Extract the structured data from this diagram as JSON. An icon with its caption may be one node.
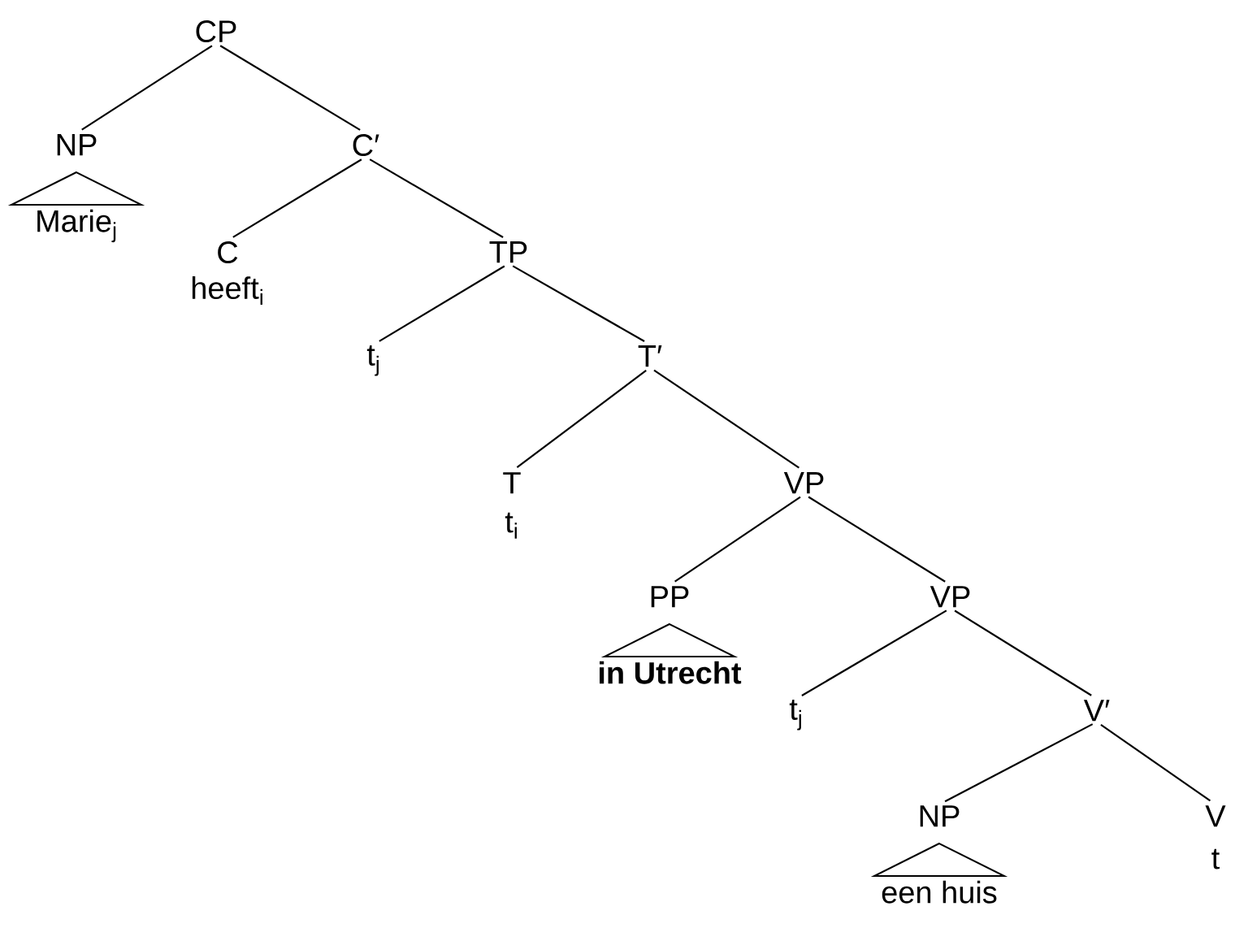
{
  "diagram": {
    "nodes": [
      {
        "text": [
          "CP"
        ]
      },
      {
        "text": [
          "NP",
          "Marie$_{j}$"
        ]
      },
      {
        "text": [
          "C′"
        ]
      },
      {
        "text": [
          "C",
          "heeft$_{i}$"
        ]
      },
      {
        "text": [
          "TP"
        ]
      },
      {
        "text": [
          "t$_{j}$"
        ]
      },
      {
        "text": [
          "T′"
        ]
      },
      {
        "text": [
          "T",
          "t$_{i}$"
        ]
      },
      {
        "text": [
          "VP"
        ]
      },
      {
        "text": [
          "PP",
          "in Utrecht"
        ]
      },
      {
        "text": [
          "VP"
        ]
      },
      {
        "text": [
          "t$_{j}$"
        ]
      },
      {
        "text": [
          "V′"
        ]
      },
      {
        "text": [
          "NP",
          "een huis"
        ]
      },
      {
        "text": [
          "V",
          "t"
        ]
      }
    ],
    "edges": [
      {
        "from": 0,
        "to": 1,
        "arrow": "none"
      },
      {
        "from": 0,
        "to": 2,
        "arrow": "none"
      },
      {
        "from": 2,
        "to": 3,
        "arrow": "none"
      },
      {
        "from": 2,
        "to": 4,
        "arrow": "none"
      },
      {
        "from": 4,
        "to": 5,
        "arrow": "none"
      },
      {
        "from": 4,
        "to": 6,
        "arrow": "none"
      },
      {
        "from": 6,
        "to": 7,
        "arrow": "none"
      },
      {
        "from": 6,
        "to": 8,
        "arrow": "none"
      },
      {
        "from": 8,
        "to": 9,
        "arrow": "none"
      },
      {
        "from": 8,
        "to": 10,
        "arrow": "none"
      },
      {
        "from": 10,
        "to": 11,
        "arrow": "none"
      },
      {
        "from": 10,
        "to": 12,
        "arrow": "none"
      },
      {
        "from": 12,
        "to": 13,
        "arrow": "none"
      },
      {
        "from": 12,
        "to": 14,
        "arrow": "none"
      }
    ]
  }
}
